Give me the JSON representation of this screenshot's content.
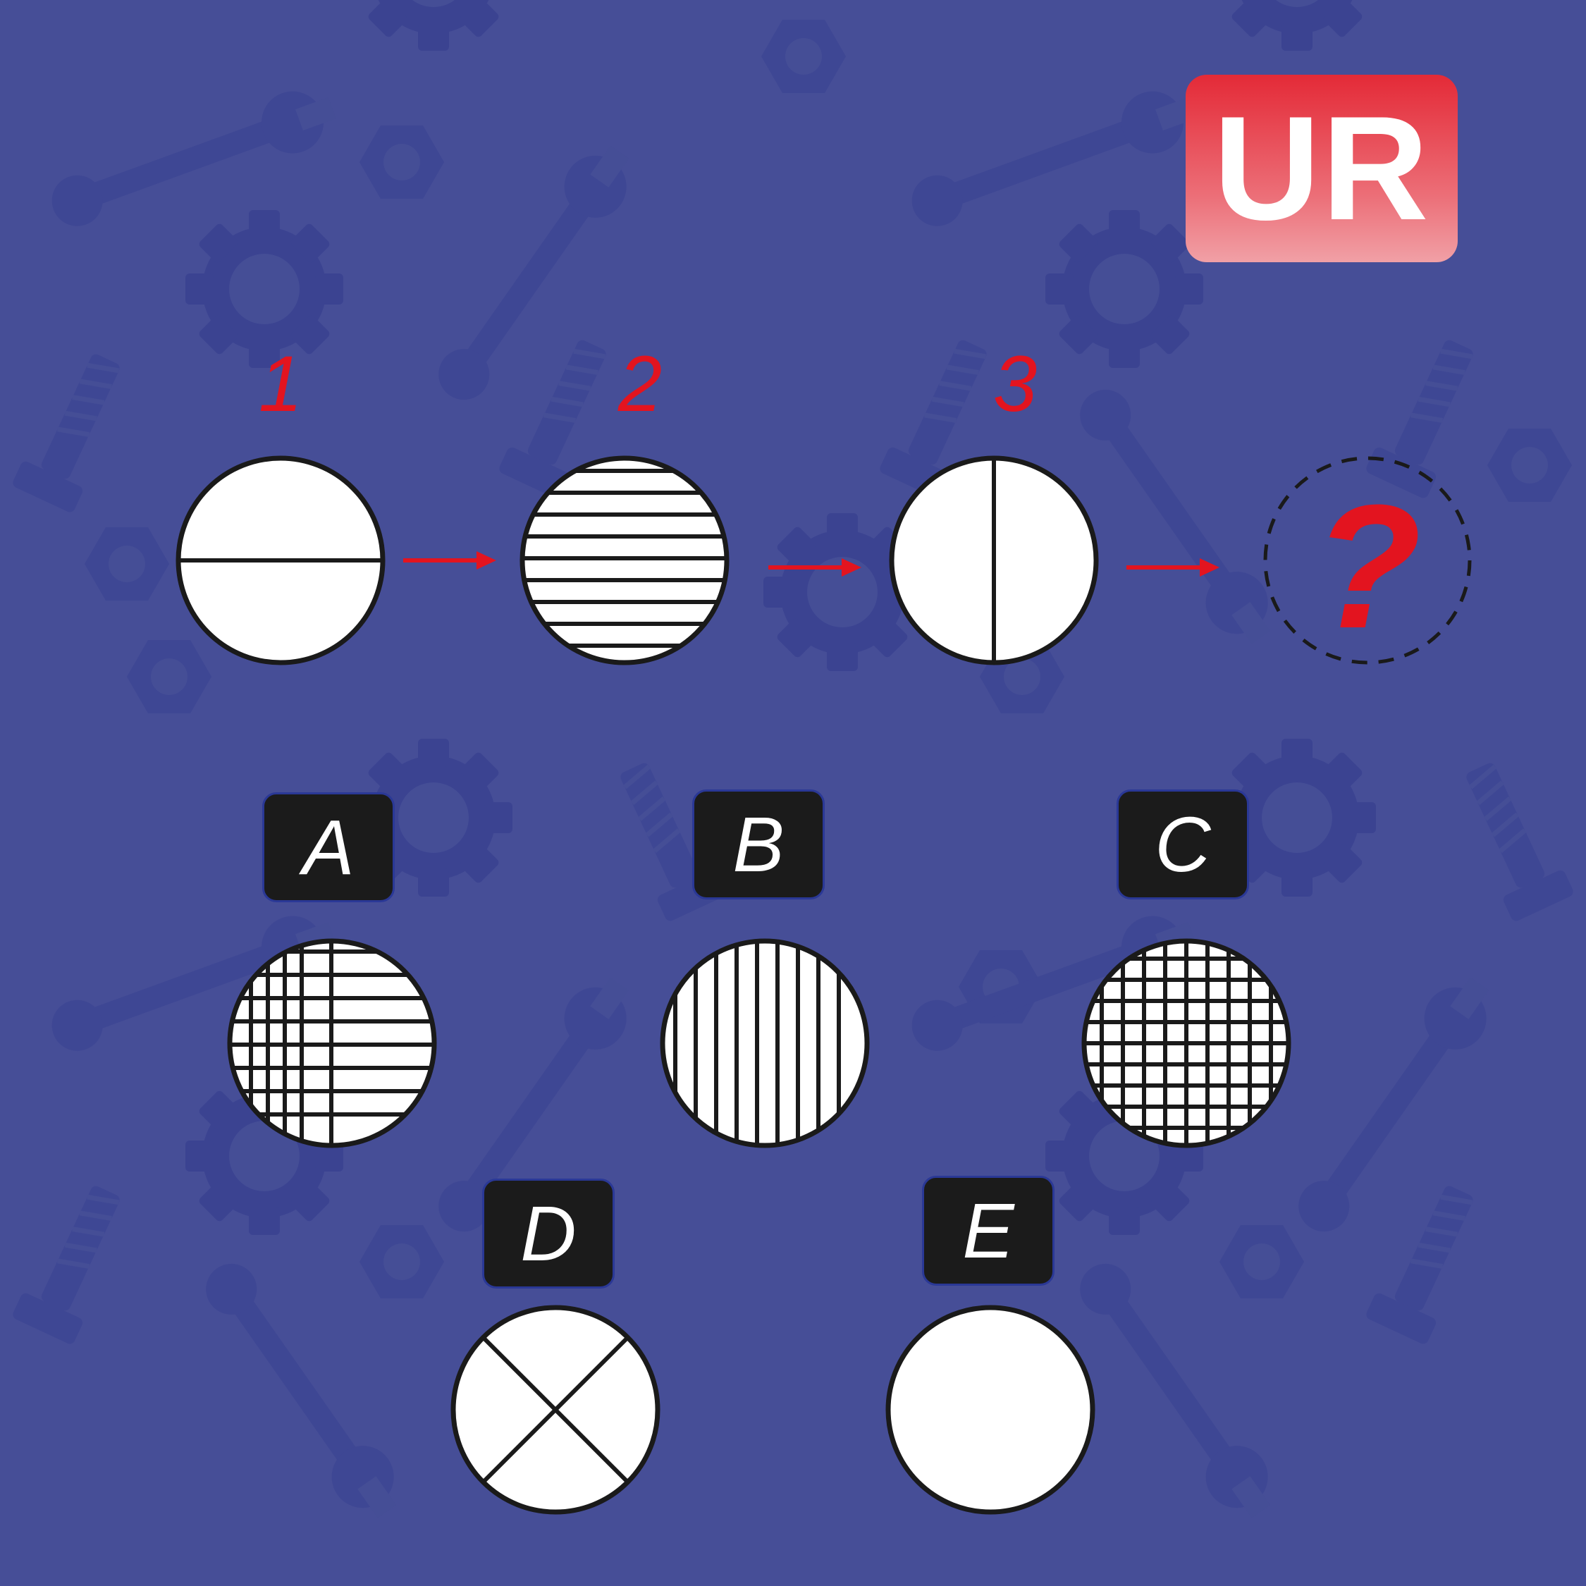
{
  "logo": {
    "text": "UR",
    "gradient_top": "#e42a37",
    "gradient_bottom": "#f1a0a6"
  },
  "background": {
    "color": "#464e97",
    "motif_color": "#3a4291",
    "pattern": [
      "gear-icon",
      "wrench-icon",
      "bolt-icon",
      "nut-icon"
    ]
  },
  "sequence": [
    {
      "number": "1",
      "figure": "circle-horizontal-divider"
    },
    {
      "number": "2",
      "figure": "circle-horizontal-stripes"
    },
    {
      "number": "3",
      "figure": "circle-vertical-divider"
    },
    {
      "number": "",
      "figure": "unknown",
      "mark": "?"
    }
  ],
  "arrow_color": "#e3141f",
  "options": [
    {
      "label": "A",
      "figure": "circle-plaid"
    },
    {
      "label": "B",
      "figure": "circle-vertical-stripes"
    },
    {
      "label": "C",
      "figure": "circle-grid"
    },
    {
      "label": "D",
      "figure": "circle-x-cross"
    },
    {
      "label": "E",
      "figure": "circle-blank"
    }
  ]
}
